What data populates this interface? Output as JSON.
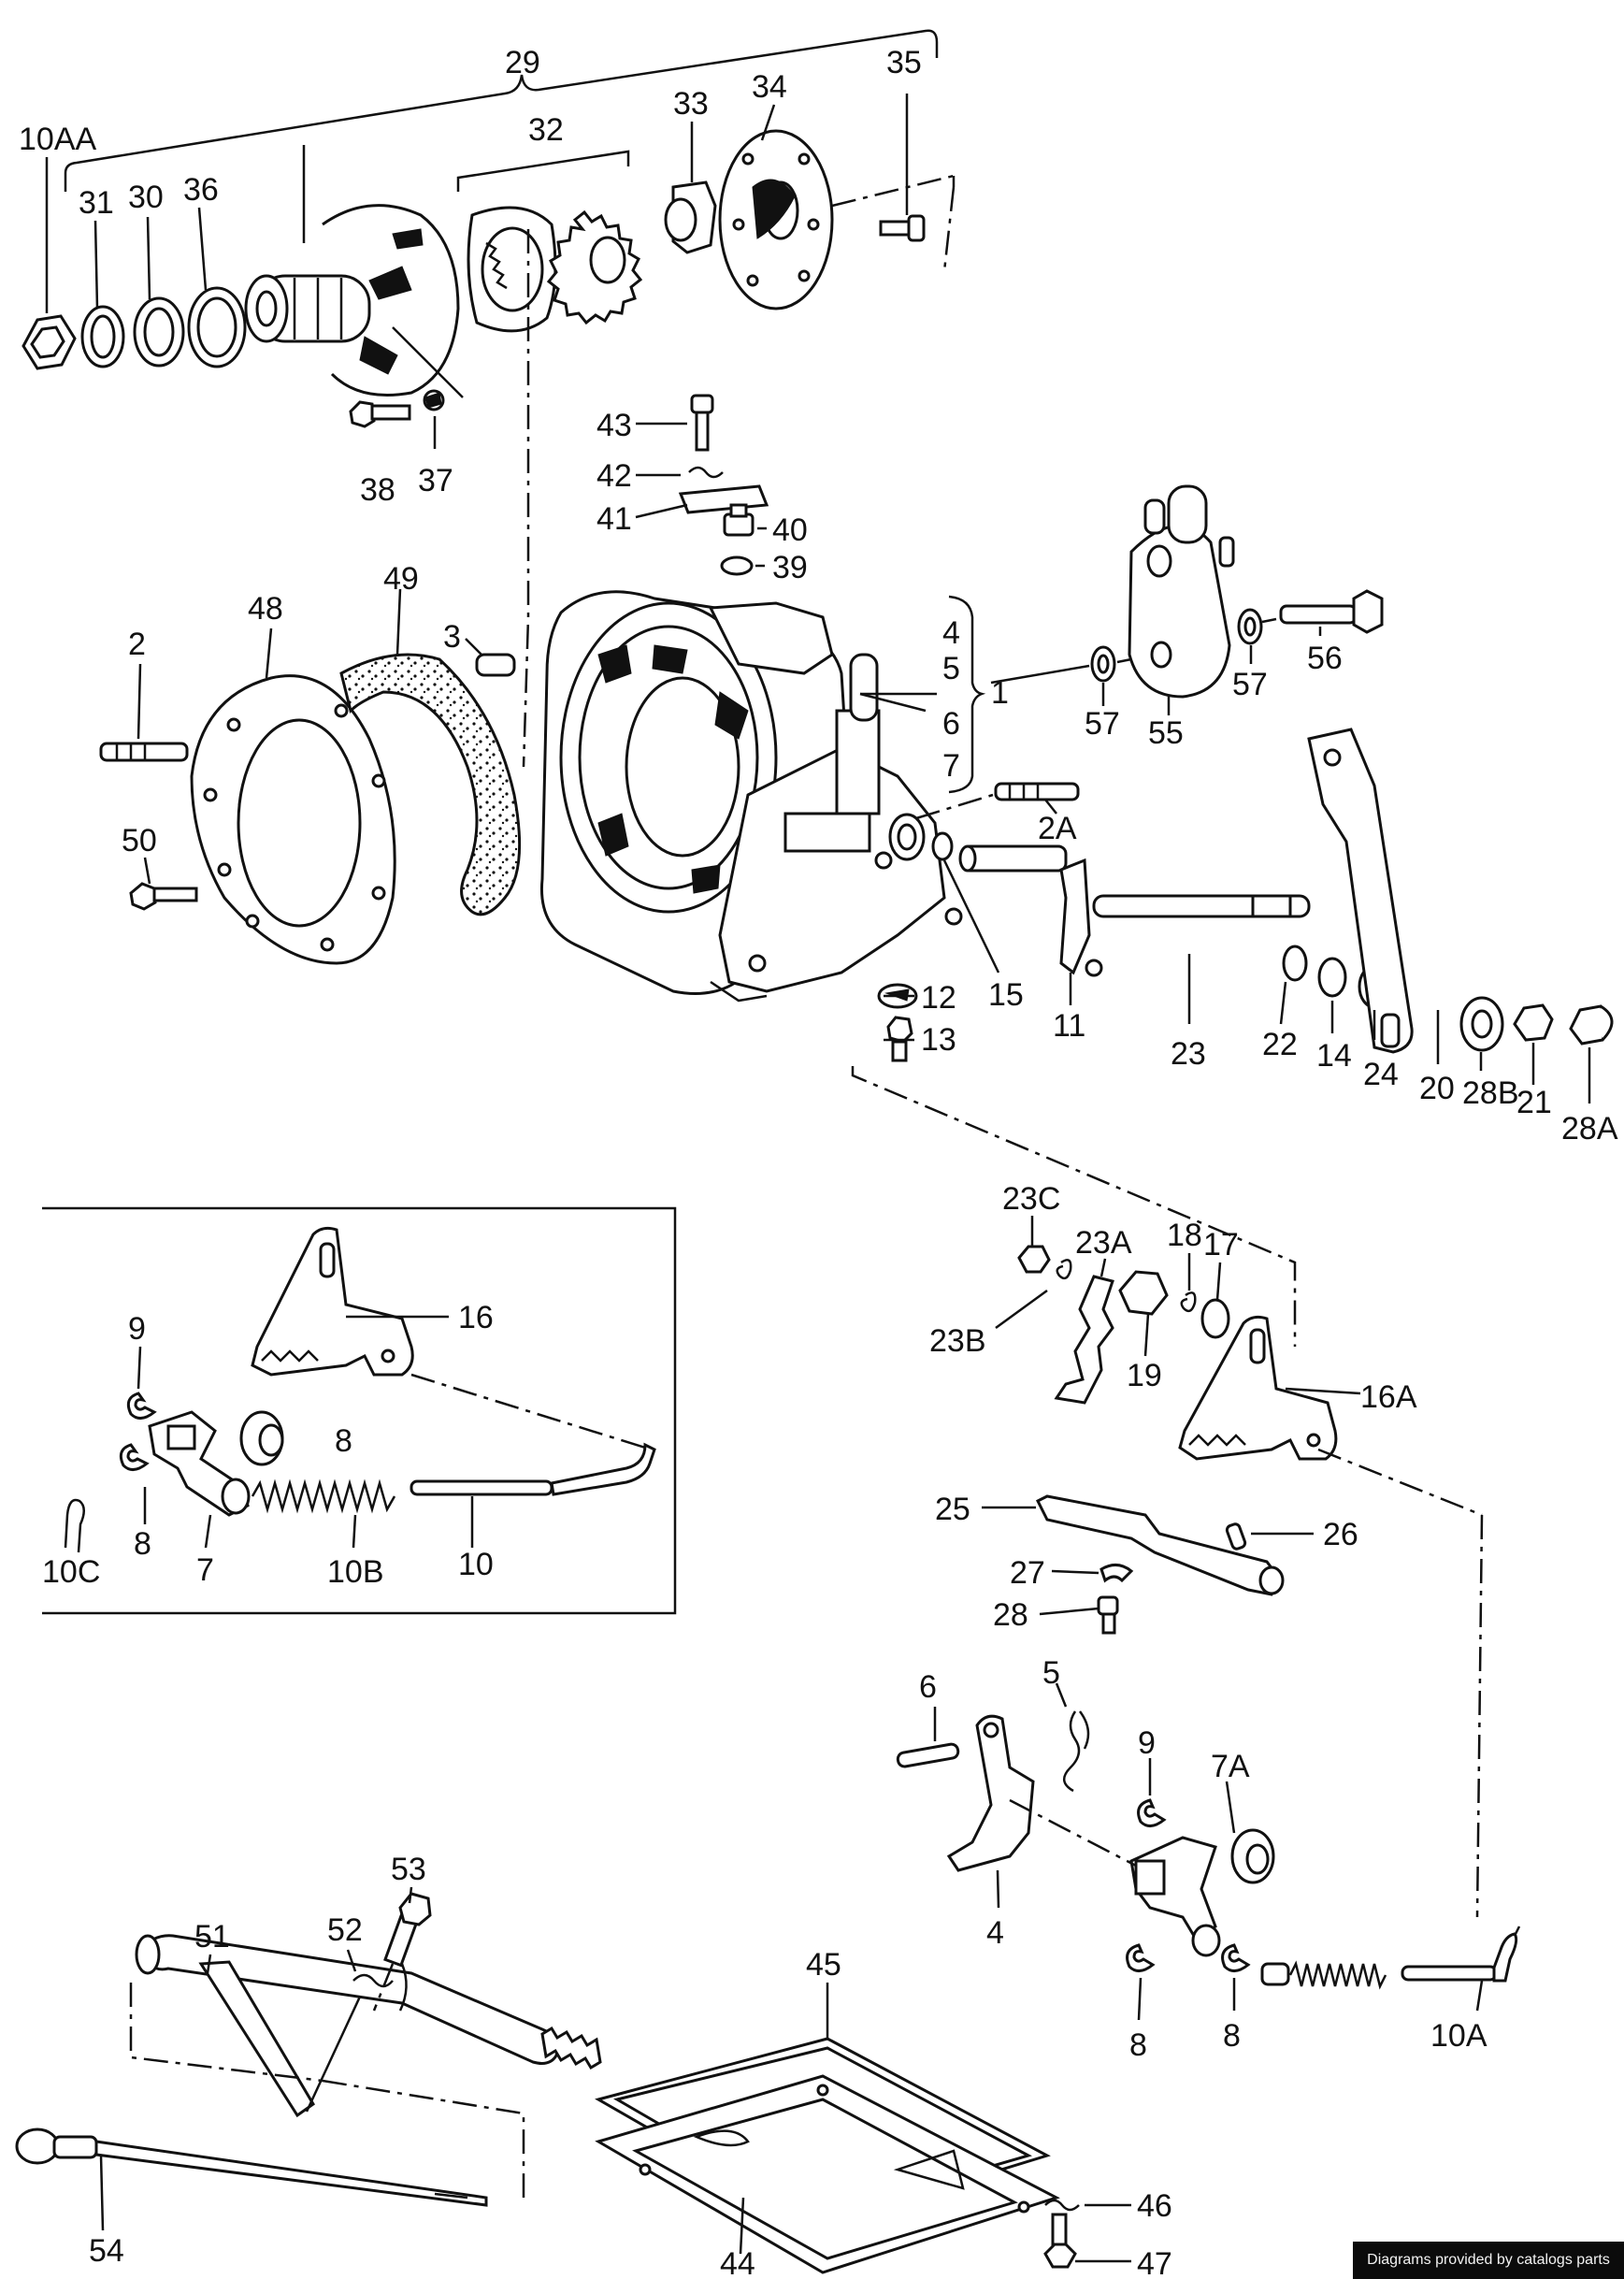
{
  "labels": {
    "l29": "29",
    "l10AA": "10AA",
    "l31": "31",
    "l30": "30",
    "l36": "36",
    "l32": "32",
    "l33": "33",
    "l34": "34",
    "l35": "35",
    "l38": "38",
    "l37": "37",
    "l43": "43",
    "l42": "42",
    "l41": "41",
    "l40": "40",
    "l39": "39",
    "l2": "2",
    "l48": "48",
    "l49": "49",
    "l3": "3",
    "l4": "4",
    "l5": "5",
    "l1": "1",
    "l6": "6",
    "l7": "7",
    "l57a": "57",
    "l55": "55",
    "l57b": "57",
    "l56": "56",
    "l50": "50",
    "l2A": "2A",
    "l12": "12",
    "l13": "13",
    "l15": "15",
    "l11": "11",
    "l23": "23",
    "l22": "22",
    "l14": "14",
    "l24": "24",
    "l20": "20",
    "l28B": "28B",
    "l21": "21",
    "l28A": "28A",
    "l23C": "23C",
    "l23A": "23A",
    "l18": "18",
    "l17": "17",
    "l23B": "23B",
    "l19": "19",
    "l16A": "16A",
    "i9": "9",
    "i16": "16",
    "i8a": "8",
    "i8b": "8",
    "i10C": "10C",
    "i7": "7",
    "i10B": "10B",
    "i10": "10",
    "l25": "25",
    "l26": "26",
    "l27": "27",
    "l28": "28",
    "b6": "6",
    "b5": "5",
    "b9": "9",
    "l7A": "7A",
    "b4": "4",
    "b8a": "8",
    "b8b": "8",
    "l10A": "10A",
    "l53": "53",
    "l51": "51",
    "l52": "52",
    "l45": "45",
    "l54": "54",
    "l46": "46",
    "l47": "47",
    "l44": "44"
  },
  "footer": {
    "credit": "Diagrams provided by catalogs parts"
  }
}
